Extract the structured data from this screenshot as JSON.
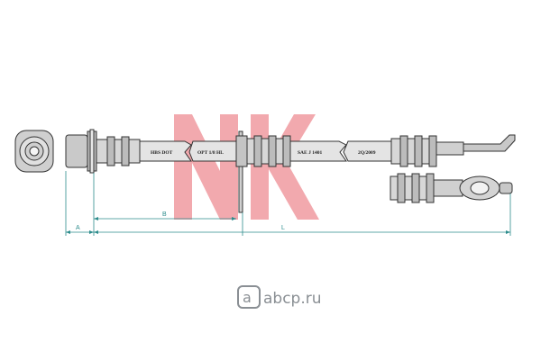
{
  "diagram": {
    "hose_labels": [
      "HBS DOT",
      "OPT 1/8 HL",
      "SAE J 1401",
      "2Q/2009"
    ],
    "dimension_labels": {
      "a": "A",
      "b": "B",
      "l": "L"
    }
  },
  "brand": {
    "logo_text": "NK",
    "logo_color": "#f2a9ae"
  },
  "watermark": {
    "text": "аbcp.ru",
    "color": "#8a8f94"
  },
  "colors": {
    "line": "#333333",
    "hose_fill": "#e4e4e4",
    "fitting_fill": "#c9c9c9",
    "dimension": "#2d8c8c"
  }
}
